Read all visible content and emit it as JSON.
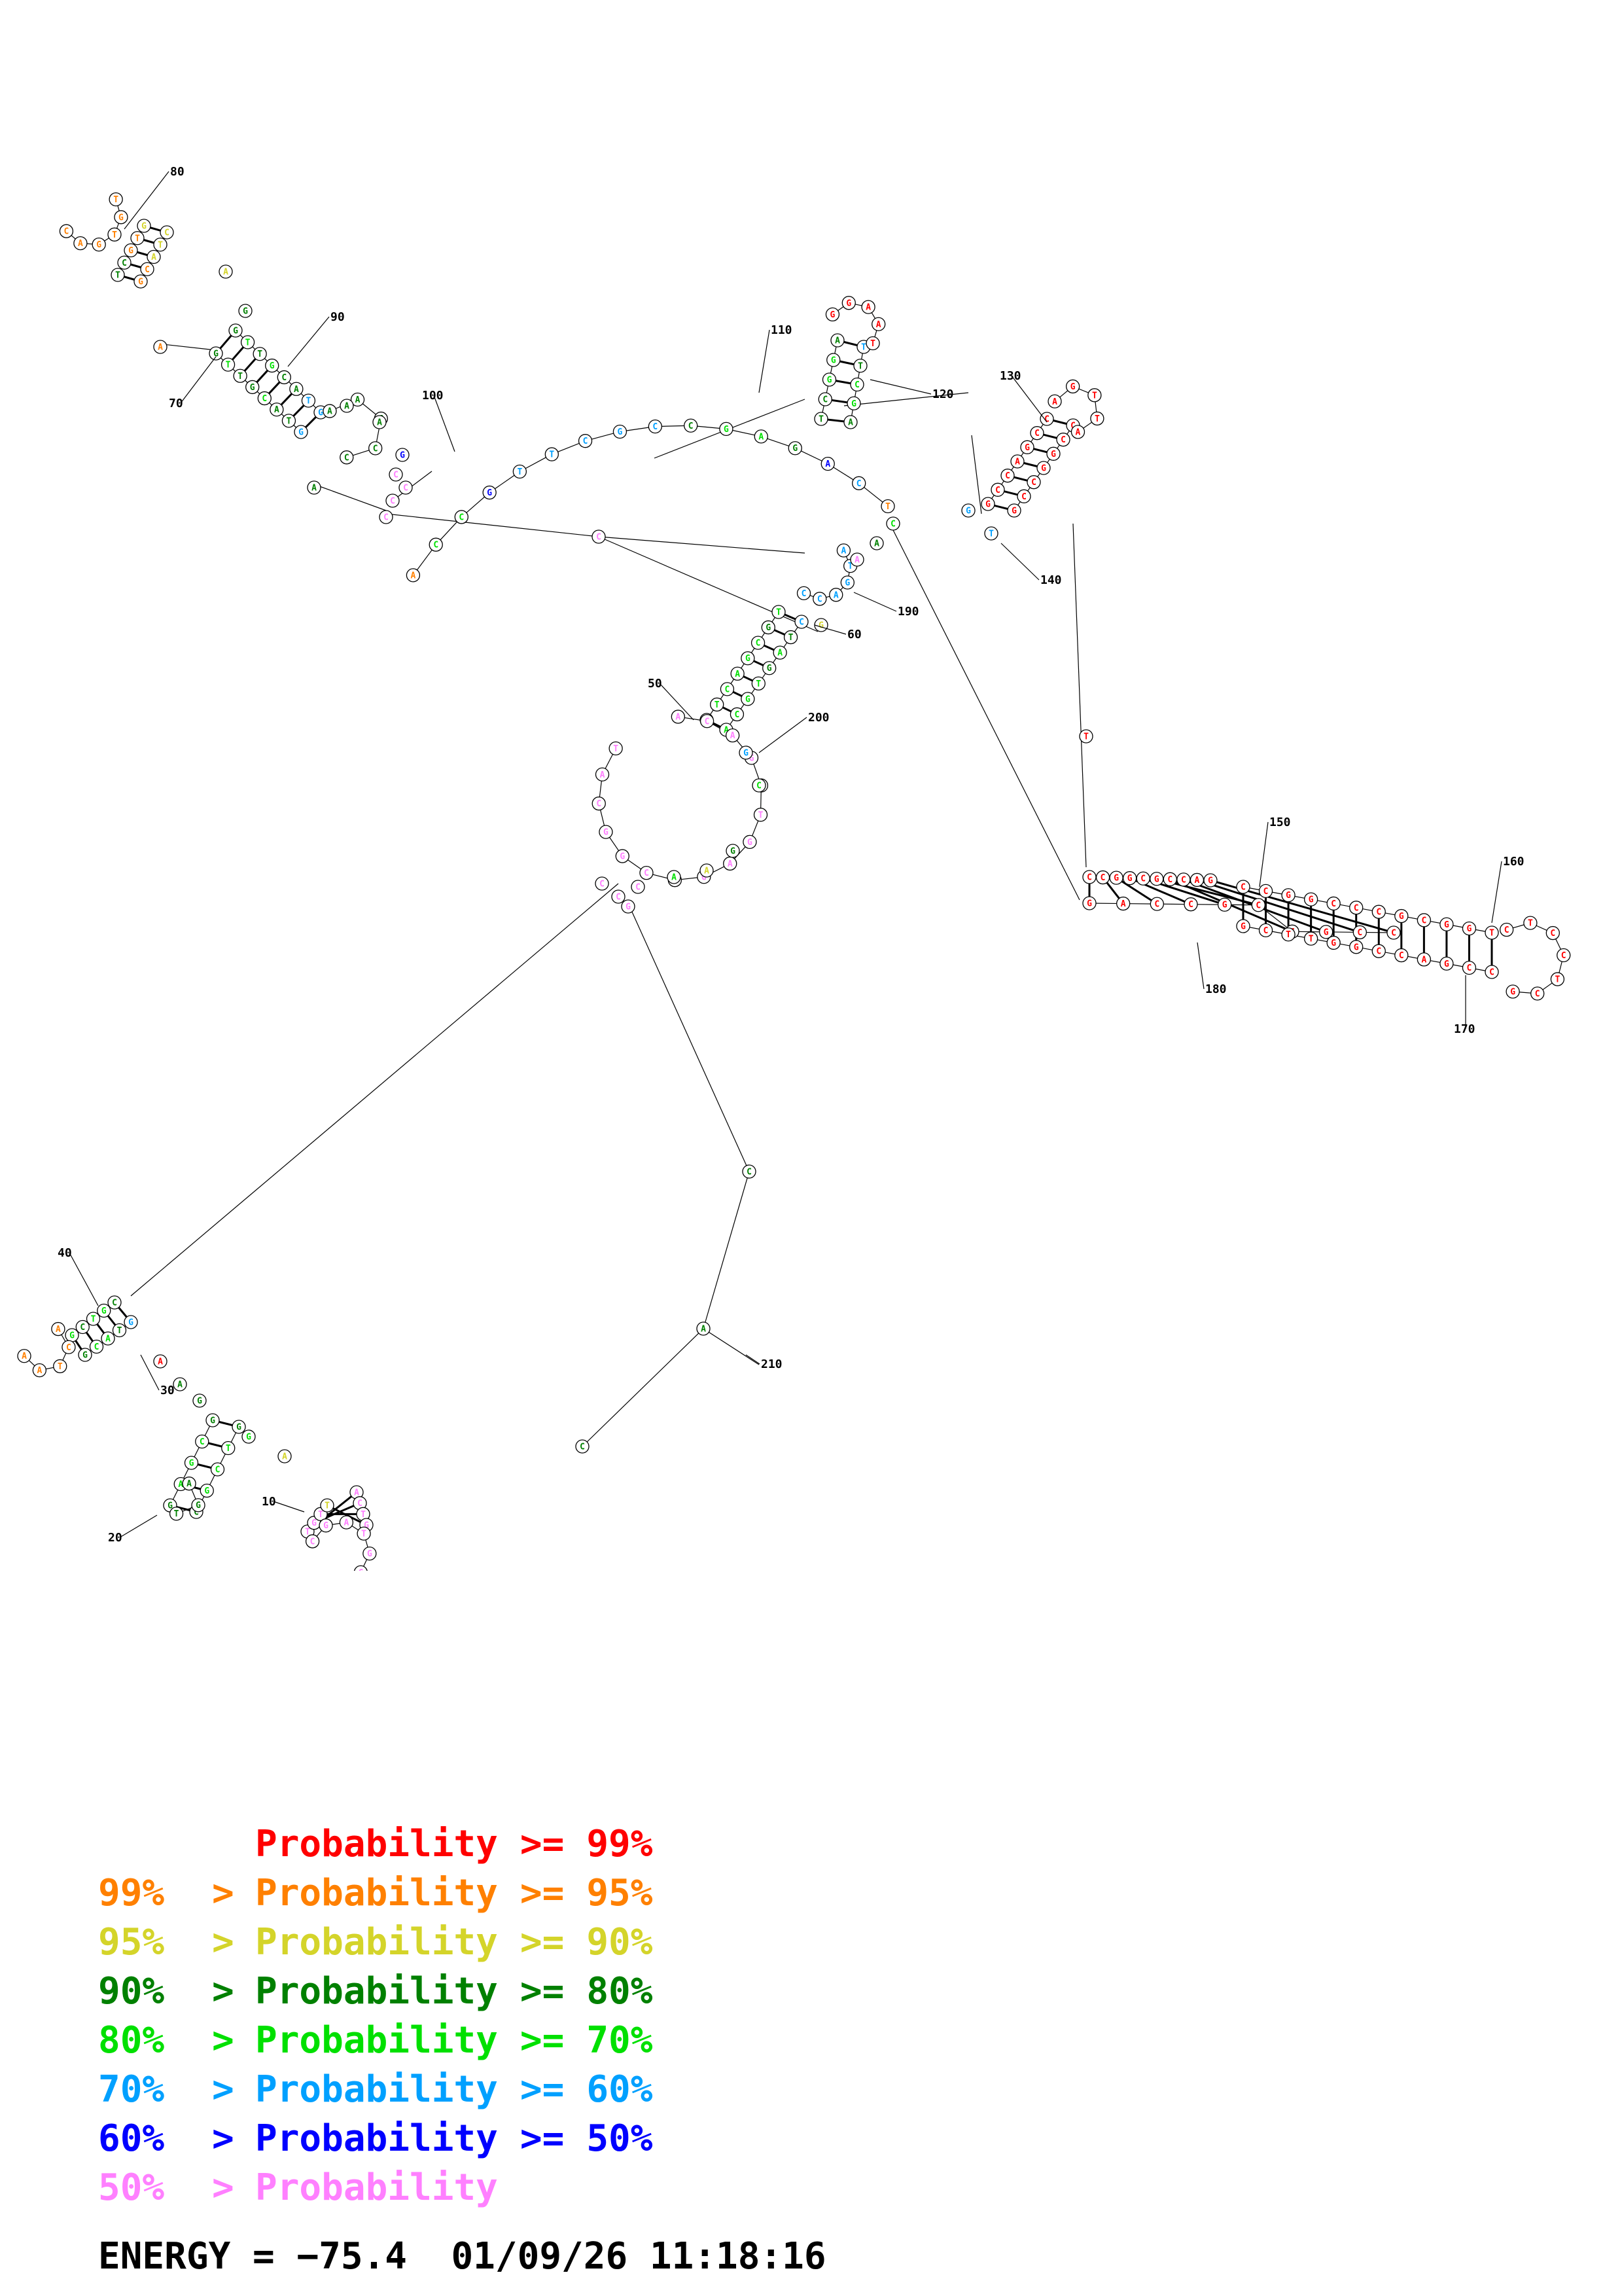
{
  "colors": {
    "red": "#ff0000",
    "orange": "#ff8000",
    "yellow": "#d4d42a",
    "darkgreen": "#008000",
    "green": "#00e000",
    "cyan": "#00a0ff",
    "blue": "#0000ff",
    "pink": "#ff80ff"
  },
  "legend": [
    {
      "lo": "",
      "sep": "",
      "label": "Probability",
      "op": ">=",
      "hi": "99%",
      "color_key": "red"
    },
    {
      "lo": "99%",
      "sep": ">",
      "label": "Probability",
      "op": ">=",
      "hi": "95%",
      "color_key": "orange"
    },
    {
      "lo": "95%",
      "sep": ">",
      "label": "Probability",
      "op": ">=",
      "hi": "90%",
      "color_key": "yellow"
    },
    {
      "lo": "90%",
      "sep": ">",
      "label": "Probability",
      "op": ">=",
      "hi": "80%",
      "color_key": "darkgreen"
    },
    {
      "lo": "80%",
      "sep": ">",
      "label": "Probability",
      "op": ">=",
      "hi": "70%",
      "color_key": "green"
    },
    {
      "lo": "70%",
      "sep": ">",
      "label": "Probability",
      "op": ">=",
      "hi": "60%",
      "color_key": "cyan"
    },
    {
      "lo": "60%",
      "sep": ">",
      "label": "Probability",
      "op": ">=",
      "hi": "50%",
      "color_key": "blue"
    },
    {
      "lo": "50%",
      "sep": ">",
      "label": "Probability",
      "op": "",
      "hi": "",
      "color_key": "pink"
    }
  ],
  "footer": {
    "energy_label": "ENERGY = −75.4",
    "timestamp": "01/09/26 11:18:16"
  },
  "position_labels": [
    "10",
    "20",
    "30",
    "40",
    "50",
    "60",
    "70",
    "80",
    "90",
    "100",
    "110",
    "120",
    "130",
    "140",
    "150",
    "160",
    "170",
    "180",
    "190",
    "200",
    "210"
  ],
  "segments": [
    {
      "id": "hp1",
      "kind": "hairpin",
      "color_key": "red",
      "stem": "CCGGCGCCAG",
      "loop": "CTCCTCG",
      "strand1_colors": "rrrrrrrrrr",
      "strand2_colors": "rrrrrrrrrr"
    },
    {
      "id": "stem_pre",
      "kind": "stem",
      "color_key": "red",
      "seq": "TTGGCGCCTGC"
    },
    {
      "id": "hp2",
      "kind": "hairpin",
      "color_key": "red",
      "stem": "GCCAGCCGC",
      "loop": "AGTT",
      "strand1_colors": "rrrrrrrrr",
      "strand2_colors": "rrrrrrrrr"
    },
    {
      "id": "hp3",
      "kind": "hairpin",
      "color_key": "darkgreen",
      "stem": "TCGGA",
      "loop": "GGAAT",
      "strand1_colors": "gggcg",
      "strand2_colors": "gggcg"
    },
    {
      "id": "hp4",
      "kind": "hairpin",
      "color_key": "darkgreen",
      "stem": "GTTGCATG",
      "loop": "AAGCC",
      "strand1_colors": "gGggGggc",
      "strand2_colors": "gGgGggcc"
    },
    {
      "id": "hp5",
      "kind": "hairpin",
      "color_key": "darkgreen",
      "stem": "GTCAGCGATCT",
      "loop": "TGTGAC",
      "strand1_colors": "gGGGGgGGGcg",
      "strand2_colors": "gGGGGGGGcGc"
    },
    {
      "id": "hp6",
      "kind": "hairpin",
      "color_key": "darkgreen",
      "stem": "ACCTG",
      "loop": "TACCG",
      "strand1_colors": "ccgGg",
      "strand2_colors": "cgGgc"
    },
    {
      "id": "hp7",
      "kind": "hairpin",
      "color_key": "darkgreen",
      "stem": "GCAGTG",
      "loop": "AGTG",
      "strand1_colors": "gGGGGg",
      "strand2_colors": "gGGGGg"
    },
    {
      "id": "hp8",
      "kind": "hairpin",
      "color_key": "pink",
      "stem": "TGTTA",
      "loop": "CGATG",
      "strand1_colors": "ppppp",
      "strand2_colors": "ppppy"
    },
    {
      "id": "loop_multi",
      "kind": "loop",
      "color_key": "pink",
      "seq": "ACAGCTGAGCCGGCATTTACCGTGGCAACC"
    },
    {
      "id": "tail",
      "kind": "tail",
      "color_key": "darkgreen",
      "seq": "GAC"
    }
  ]
}
